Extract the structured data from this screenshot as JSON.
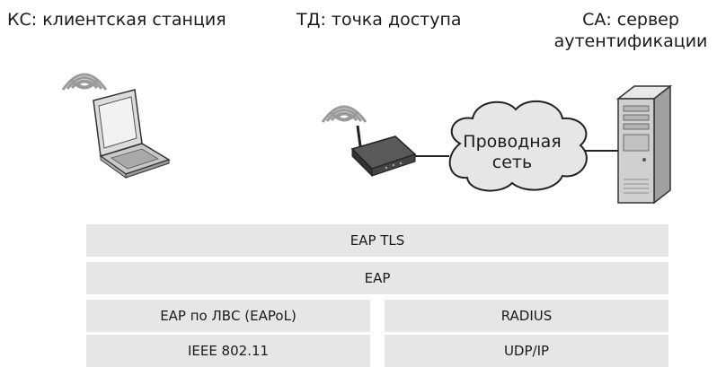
{
  "labels": {
    "client": "КС: клиентская станция",
    "ap": "ТД: точка доступа",
    "server_line1": "СА: сервер",
    "server_line2": "аутентификации"
  },
  "cloud": {
    "line1": "Проводная",
    "line2": "сеть"
  },
  "protocol_stack": {
    "eap_tls": "EAP TLS",
    "eap": "EAP",
    "eapol": "EAP по ЛВС (EAPoL)",
    "radius": "RADIUS",
    "ieee": "IEEE 802.11",
    "udp_ip": "UDP/IP"
  }
}
